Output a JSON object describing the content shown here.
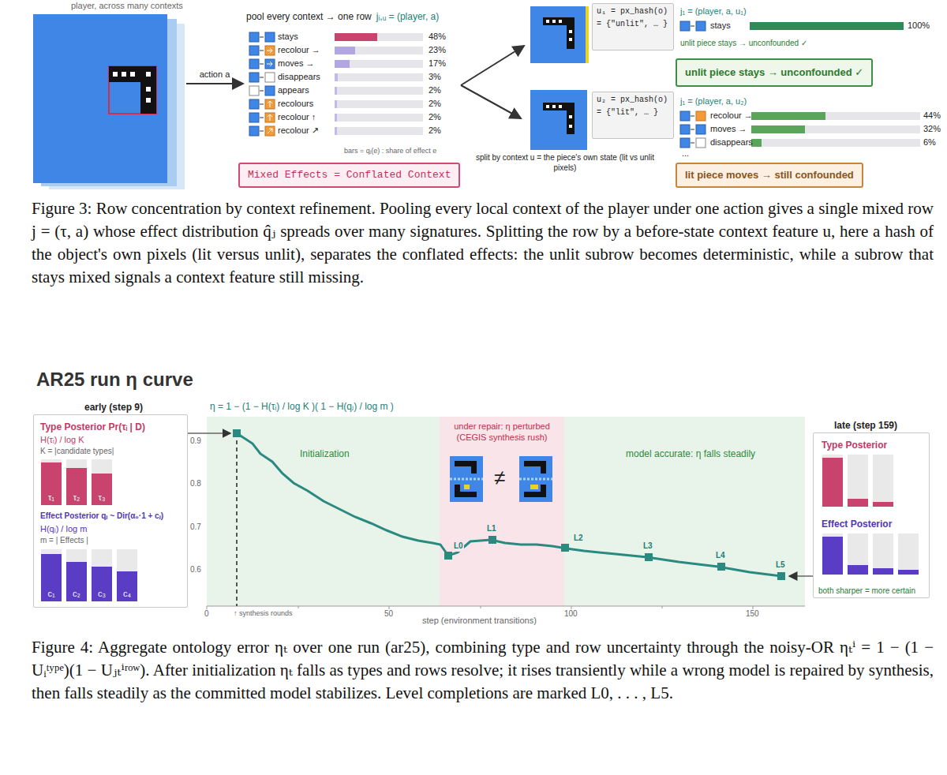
{
  "diagram": {
    "title": "AR25 run η curve",
    "caption": "Figure 4: Aggregate ontology error ηₜ over one run (ar25), combining type and row uncertainty through the noisy-OR ηₜⁱ = 1 − (1 − Uᵢᵗʸᵖᵉ)(1 − Uⱼₜⁱʳᵒʷ). After initialization ηₜ falls as types and rows resolve; it rises transiently while a wrong model is repaired by synthesis, then falls steadily as the committed model stabilizes. Level completions are marked L0, . . . , L5.",
    "nodes": [
      {
        "text": [
          "player, across many contexts"
        ]
      },
      {
        "text": [
          "pool every context → one row",
          "jᵢ,ᵤ = (player, a)"
        ]
      },
      {
        "text": [
          "Mixed Effects = Conflated Context"
        ]
      },
      {
        "text": [
          "u₁ = px_hash(o)",
          "= {\"unlit\", … }"
        ]
      },
      {
        "text": [
          "unlit piece stays → unconfounded ✓"
        ]
      },
      {
        "text": [
          "u₂ = px_hash(o)",
          "= {\"lit\", … }"
        ]
      },
      {
        "text": [
          "lit piece moves → still confounded"
        ]
      },
      {
        "text": [
          "early (step 9)",
          "Type Posterior Pr(τᵢ | D)",
          "H(τᵢ) / log K",
          "K = |candidate types|",
          "Effect Posterior qⱼ ~ Dir(α₀·1 + cⱼ)",
          "H(qⱼ) / log m",
          "m = | Effects |"
        ]
      },
      {
        "text": [
          "τ₁"
        ],
        "in": 7
      },
      {
        "text": [
          "τ₂"
        ],
        "in": 7
      },
      {
        "text": [
          "τ₃"
        ],
        "in": 7
      },
      {
        "text": [
          "c₁"
        ],
        "in": 7
      },
      {
        "text": [
          "c₂"
        ],
        "in": 7
      },
      {
        "text": [
          "c₃"
        ],
        "in": 7
      },
      {
        "text": [
          "c₄"
        ],
        "in": 7
      },
      {
        "text": [
          "Initialization"
        ]
      },
      {
        "text": [
          "under repair: η perturbed",
          "(CEGIS synthesis rush)"
        ]
      },
      {
        "text": [
          "model accurate: η falls steadily"
        ]
      },
      {
        "text": [
          "late (step 159)",
          "Type Posterior",
          "Effect Posterior",
          "both sharper = more certain"
        ]
      }
    ],
    "edges": [
      {
        "from": 0,
        "to": 1,
        "label": "action a",
        "arrow": "to"
      }
    ],
    "labels": [
      "stays",
      "48%",
      "recolour →",
      "23%",
      "moves →",
      "17%",
      "disappears",
      "3%",
      "appears",
      "2%",
      "recolours",
      "2%",
      "recolour ↑",
      "2%",
      "recolour ↗",
      "2%",
      "bars = qⱼ(e) : share of effect e",
      "j₁ = (player, a, u₁)",
      "stays",
      "100%",
      "unlit piece stays → unconfounded ✓",
      "j₁ = (player, a, u₂)",
      "recolour →",
      "44%",
      "moves →",
      "32%",
      "disappears",
      "6%",
      "...",
      "split by context u = the piece's own state (lit vs unlit pixels)",
      "Figure 3: Row concentration by context refinement. Pooling every local context of the player under one action gives a single mixed row j = (τ, a) whose effect distribution q̂ⱼ spreads over many signatures. Splitting the row by a before-state context feature u, here a hash of the object's own pixels (lit versus unlit), separates the conflated effects: the unlit subrow becomes deterministic, while a subrow that stays mixed signals a context feature still missing.",
      "η = 1 − (1 − H(τᵢ) / log K )( 1 − H(qⱼ) / log m )",
      "0.9",
      "0.8",
      "0.7",
      "0.6",
      "0",
      "50",
      "100",
      "150",
      "step (environment transitions)",
      "↑ synthesis rounds",
      "L0",
      "L1",
      "L2",
      "L3",
      "L4",
      "L5",
      "≠"
    ]
  }
}
